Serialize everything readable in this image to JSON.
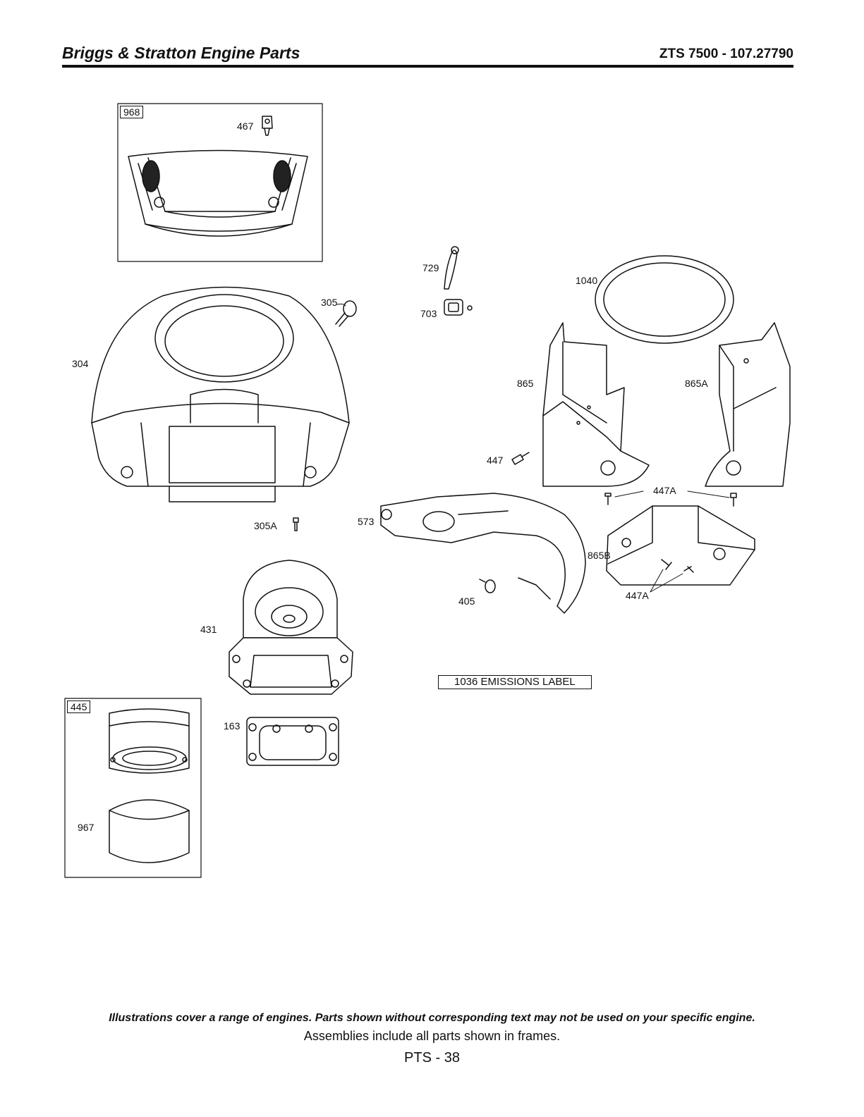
{
  "header": {
    "title": "Briggs & Stratton Engine Parts",
    "model": "ZTS 7500 - 107.27790"
  },
  "frames": {
    "frame_968": "968",
    "frame_445": "445"
  },
  "callouts": {
    "c467": "467",
    "c305": "305",
    "c304": "304",
    "c305A": "305A",
    "c729": "729",
    "c703": "703",
    "c1040": "1040",
    "c865": "865",
    "c865A": "865A",
    "c447": "447",
    "c447A_top": "447A",
    "c573": "573",
    "c865B": "865B",
    "c405": "405",
    "c447A_bottom": "447A",
    "c431": "431",
    "c163": "163",
    "c967": "967"
  },
  "emissions_label": "1036 EMISSIONS LABEL",
  "footer": {
    "note": "Illustrations cover a range of engines. Parts shown without corresponding text may not be used on your specific engine.",
    "sub": "Assemblies include all parts shown in frames.",
    "page": "PTS - 38"
  }
}
